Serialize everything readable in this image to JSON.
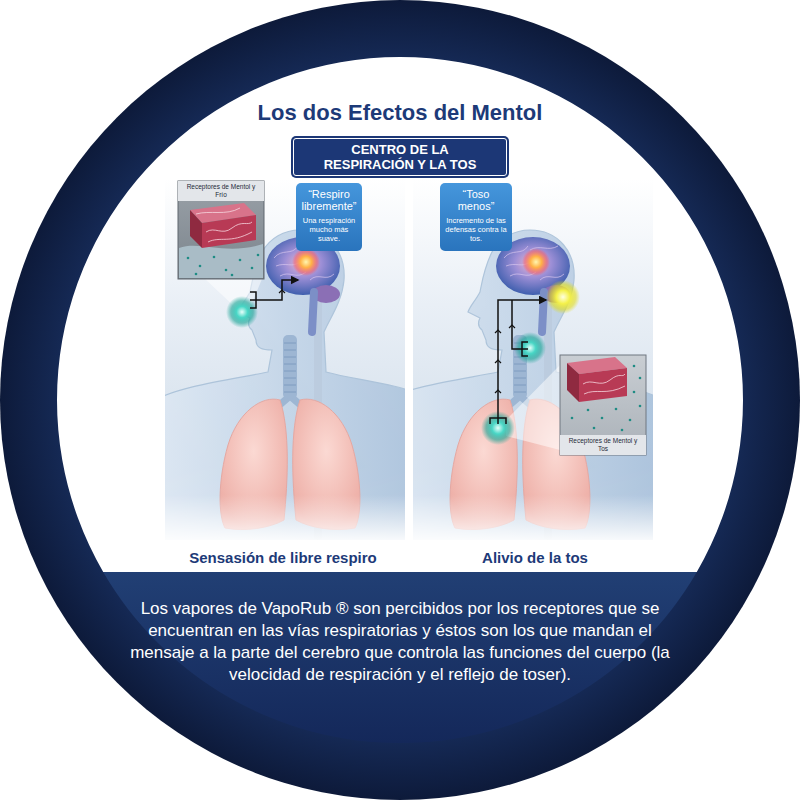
{
  "diagram": {
    "title": "Los dos Efectos del Mentol",
    "caption": "Los vapores de VapoRub ® son percibidos por los receptores que se encuentran en las vías respiratorias y éstos son los que mandan el mensaje a la parte del cerebro que controla las funciones del cuerpo (la velocidad de respiración y el reflejo de toser).",
    "nodes": [
      {
        "text": [
          "CENTRO DE LA RESPIRACIÓN Y LA TOS"
        ]
      },
      {
        "text": [
          "Receptores de Mentol y Frío"
        ]
      },
      {
        "text": [
          "“Respiro libremente”",
          "Una respiración mucho más suave."
        ]
      },
      {
        "text": [
          "“Toso menos”",
          "Incremento de las defensas contra la tos."
        ]
      },
      {
        "text": [
          "Receptores de Mentol y Tos"
        ]
      }
    ],
    "labels": [
      "Sensasión de libre respiro",
      "Alivio de la tos"
    ]
  }
}
